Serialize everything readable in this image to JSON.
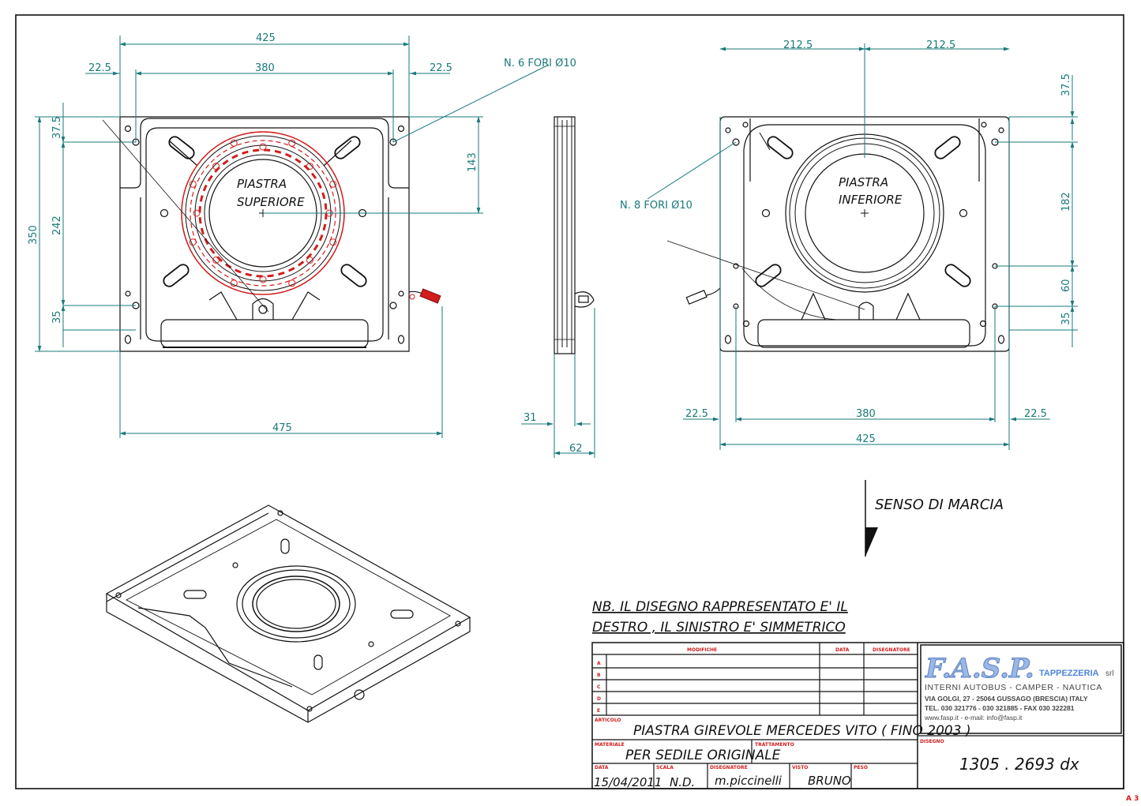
{
  "sheet": {
    "format": "A 3",
    "colors": {
      "dimension": "#1a7a7a",
      "highlight": "#d21d1d",
      "line": "#111111",
      "logo": "#9bb7e6"
    }
  },
  "top_view": {
    "label_line1": "PIASTRA",
    "label_line2": "SUPERIORE",
    "callout": "N. 6 FORI Ø10",
    "dims": {
      "overall_width": "425",
      "hole_spacing": "380",
      "left_offset": "22.5",
      "right_offset": "22.5",
      "total_with_lever": "475",
      "height": "350",
      "top_offset": "37.5",
      "mid_span": "242",
      "bottom_offset": "35",
      "center_offset": "143"
    }
  },
  "side_view": {
    "dims": {
      "thickness": "31",
      "total_depth": "62"
    }
  },
  "bottom_view": {
    "label_line1": "PIASTRA",
    "label_line2": "INFERIORE",
    "callout": "N. 8 FORI Ø10",
    "dims": {
      "left_half": "212.5",
      "right_half": "212.5",
      "top_offset": "37.5",
      "upper_span": "182",
      "mid_span": "60",
      "bottom_offset": "35",
      "hole_spacing": "380",
      "left_offset": "22.5",
      "right_offset": "22.5",
      "overall_width": "425"
    }
  },
  "direction": {
    "label": "SENSO DI MARCIA"
  },
  "note": {
    "line1": "NB. IL DISEGNO RAPPRESENTATO E' IL",
    "line2": "DESTRO , IL SINISTRO E' SIMMETRICO"
  },
  "title_block": {
    "revisions_header": {
      "changes": "MODIFICHE",
      "date": "DATA",
      "drafter": "DISEGNATORE"
    },
    "revisions": [
      {
        "letter": "A",
        "change": "",
        "date": "",
        "drafter": ""
      },
      {
        "letter": "B",
        "change": "",
        "date": "",
        "drafter": ""
      },
      {
        "letter": "C",
        "change": "",
        "date": "",
        "drafter": ""
      },
      {
        "letter": "D",
        "change": "",
        "date": "",
        "drafter": ""
      },
      {
        "letter": "E",
        "change": "",
        "date": "",
        "drafter": ""
      }
    ],
    "article_label": "ARTICOLO",
    "article": "PIASTRA GIREVOLE MERCEDES VITO ( FINO 2003 )",
    "material_label": "MATERIALE",
    "material": "PER SEDILE ORIGINALE",
    "treatment_label": "TRATTAMENTO",
    "treatment": "",
    "date_label": "DATA",
    "date": "15/04/2011",
    "scale_label": "SCALA",
    "scale": "N.D.",
    "drafter_label": "DISEGNATORE",
    "drafter": "m.piccinelli",
    "checked_label": "VISTO",
    "checked": "BRUNO",
    "weight_label": "PESO",
    "weight": "",
    "drawing_label": "DISEGNO",
    "drawing_number": "1305 . 2693 dx"
  },
  "company": {
    "logo": "F.A.S.P.",
    "division": "TAPPEZZERIA",
    "suffix": "srl",
    "tagline": "INTERNI AUTOBUS - CAMPER - NAUTICA",
    "address": "VIA GOLGI, 27 - 25064 GUSSAGO (BRESCIA) ITALY",
    "phone": "TEL. 030 321776 - 030 321885 - FAX 030 322281",
    "web": "www.fasp.it - e-mail: info@fasp.it"
  }
}
